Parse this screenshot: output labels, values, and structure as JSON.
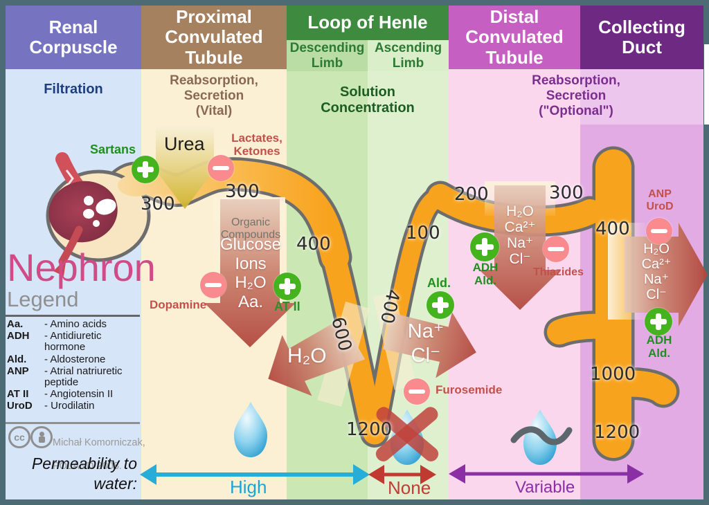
{
  "title": "Nephron",
  "colors": {
    "border": "#4c6b75",
    "tube_orange": "#f8a31d",
    "plus_green": "#44b31e",
    "minus_pink": "#f98a8e",
    "title_pink": "#d14b86",
    "high_cyan": "#1aa6d4",
    "none_red": "#c43b33",
    "variable_purple": "#8b2fa4"
  },
  "columns": [
    {
      "title": "Renal\nCorpuscle",
      "function": "Filtration"
    },
    {
      "title": "Proximal\nConvulated\nTubule",
      "function": "Reabsorption,\nSecretion\n(Vital)"
    },
    {
      "title": "Loop of Henle",
      "function": "Solution\nConcentration",
      "sub_columns": [
        {
          "label": "Descending\nLimb"
        },
        {
          "label": "Ascending\nLimb"
        }
      ]
    },
    {
      "title": "Distal\nConvulated\nTubule"
    },
    {
      "title": "Collecting\nDuct"
    }
  ],
  "shared_function": "Reabsorption,\nSecretion\n(\"Optional\")",
  "osmolarity": {
    "corpuscle": "300",
    "proximal": "300",
    "descending_top": "400",
    "descending_mid": "600",
    "loop_bottom": "1200",
    "ascending_mid": "400",
    "ascending_top": "100",
    "distal_start": "200",
    "distal_end": "300",
    "duct_top": "400",
    "duct_mid": "1000",
    "duct_bottom": "1200"
  },
  "substances": {
    "sartans": "Sartans",
    "urea": "Urea",
    "lactates_ketones": "Lactates,\nKetones",
    "organic_compounds": "Organic\nCompounds",
    "glucose_block": "Glucose\nIons\nH₂O\nAa.",
    "dopamine": "Dopamine",
    "at2": "AT II",
    "h2o": "H₂O",
    "ald": "Ald.",
    "nacl": "Na⁺\nCl⁻",
    "furosemide": "Furosemide",
    "distal_ions": "H₂O\nCa²⁺\nNa⁺\nCl⁻",
    "adh_ald": "ADH\nAld.",
    "thiazides": "Thiazides",
    "anp_urod": "ANP\nUroD",
    "duct_ions": "H₂O\nCa²⁺\nNa⁺\nCl⁻",
    "adh_ald_duct": "ADH\nAld."
  },
  "legend": {
    "heading": "Legend",
    "items": [
      {
        "abbr": "Aa.",
        "desc": "- Amino acids"
      },
      {
        "abbr": "ADH",
        "desc": "- Antidiuretic hormone"
      },
      {
        "abbr": "Ald.",
        "desc": "- Aldosterone"
      },
      {
        "abbr": "ANP",
        "desc": "- Atrial natriuretic peptide"
      },
      {
        "abbr": "AT II",
        "desc": "- Angiotensin II"
      },
      {
        "abbr": "UroD",
        "desc": "- Urodilatin"
      }
    ]
  },
  "credit": {
    "cc": "cc",
    "line1": "Michał Komorniczak,",
    "line2": "POLAND 2008."
  },
  "permeability": {
    "label": "Permeability to\nwater:",
    "high": "High",
    "none": "None",
    "variable": "Variable"
  }
}
